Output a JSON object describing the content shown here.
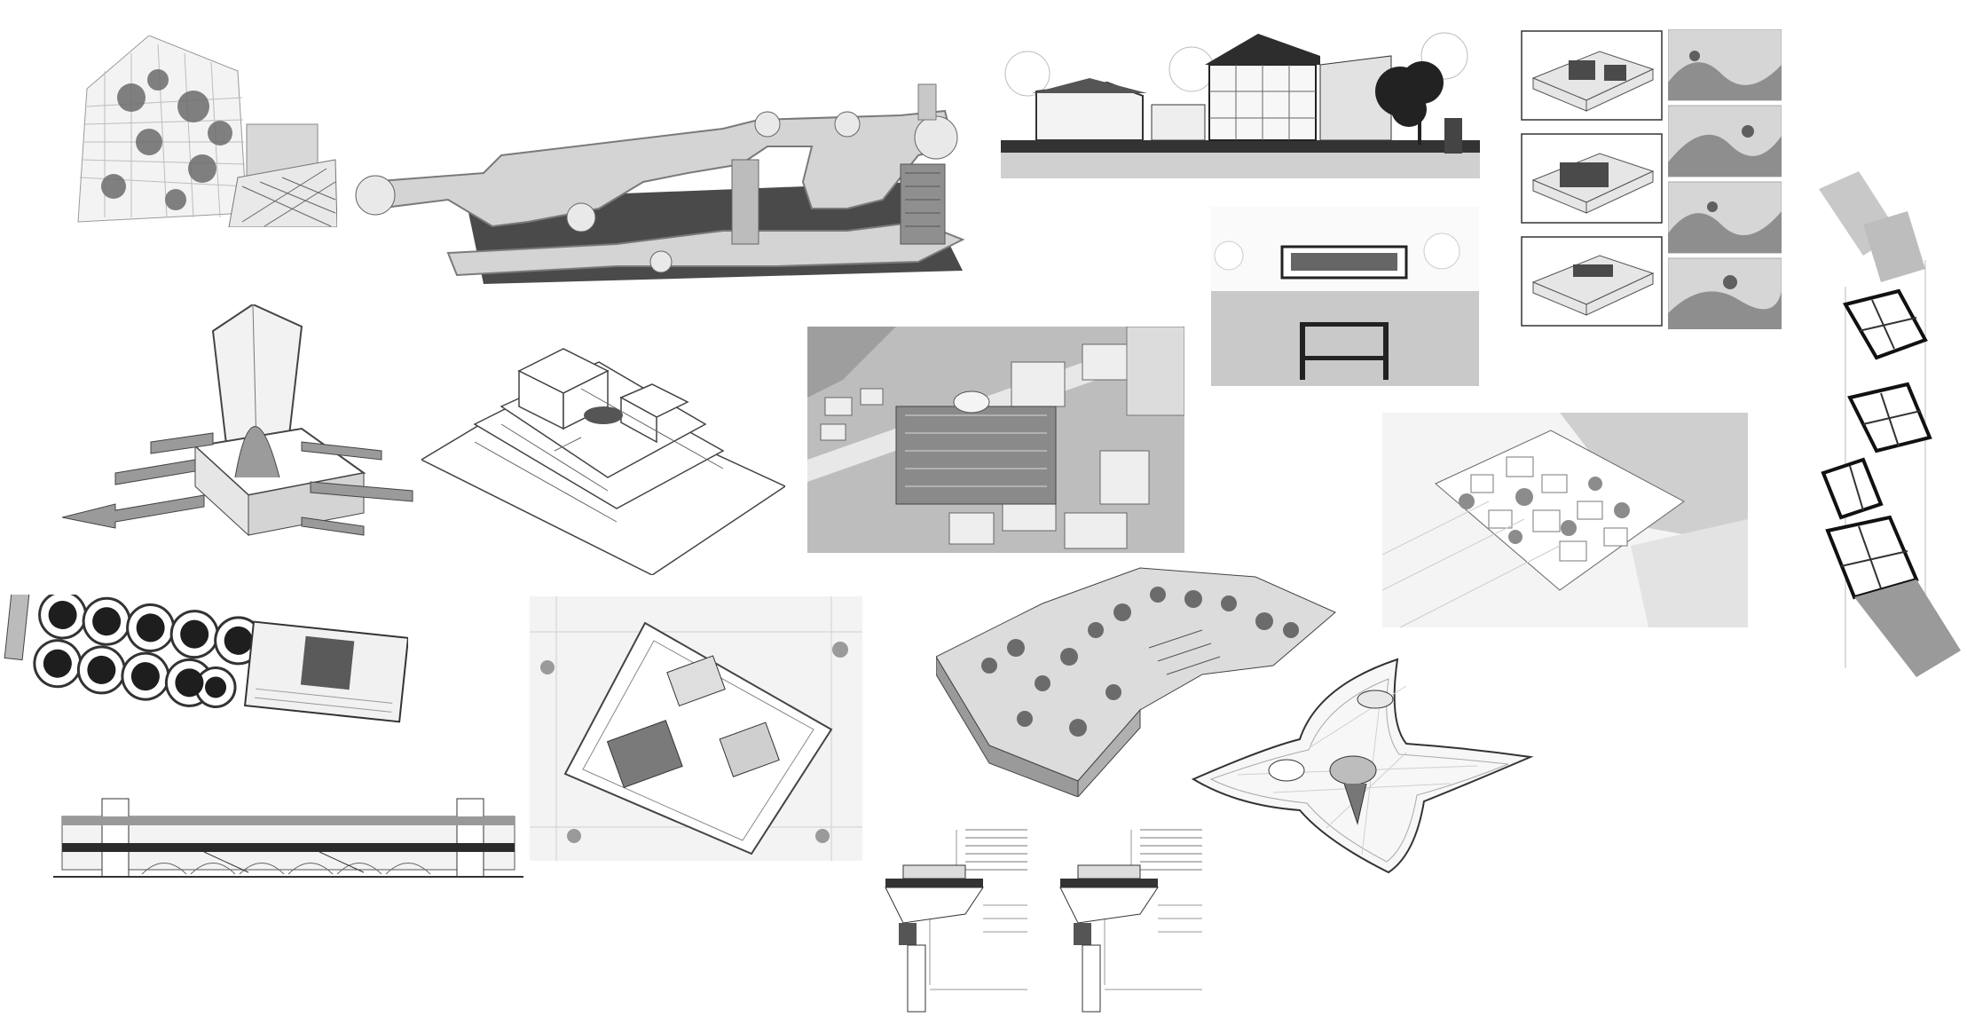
{
  "page": {
    "background": "#ffffff",
    "palette": {
      "ink": "#2b2b2b",
      "mid": "#8a8a8a",
      "light": "#d9d9d9",
      "paper": "#f1f1f1"
    }
  },
  "collage": {
    "tiles": [
      {
        "id": "facade-garden-render",
        "kind": "axonometric render"
      },
      {
        "id": "pipe-network-axonometric",
        "kind": "axonometric model"
      },
      {
        "id": "courtyard-building-section",
        "kind": "section drawing"
      },
      {
        "id": "site-axonometric-sequence",
        "kind": "axonometric diagrams"
      },
      {
        "id": "landscape-painting-panels",
        "kind": "reference paintings"
      },
      {
        "id": "underground-section",
        "kind": "section drawing"
      },
      {
        "id": "stacked-units-exploded-axo",
        "kind": "exploded axonometric"
      },
      {
        "id": "tower-flow-diagram",
        "kind": "circulation diagram"
      },
      {
        "id": "stepped-volume-axo",
        "kind": "line axonometric"
      },
      {
        "id": "urban-block-render",
        "kind": "aerial render"
      },
      {
        "id": "village-cluster-axo",
        "kind": "aerial line drawing"
      },
      {
        "id": "circular-cells-plan",
        "kind": "rotated plan"
      },
      {
        "id": "site-plan-axo",
        "kind": "site axonometric"
      },
      {
        "id": "terraced-landscape-axo",
        "kind": "landscape axonometric"
      },
      {
        "id": "butterfly-roof-structure",
        "kind": "structural axonometric"
      },
      {
        "id": "station-elevation",
        "kind": "elevation drawing"
      },
      {
        "id": "floor-detail-a",
        "kind": "construction detail"
      },
      {
        "id": "floor-detail-b",
        "kind": "construction detail"
      }
    ]
  }
}
